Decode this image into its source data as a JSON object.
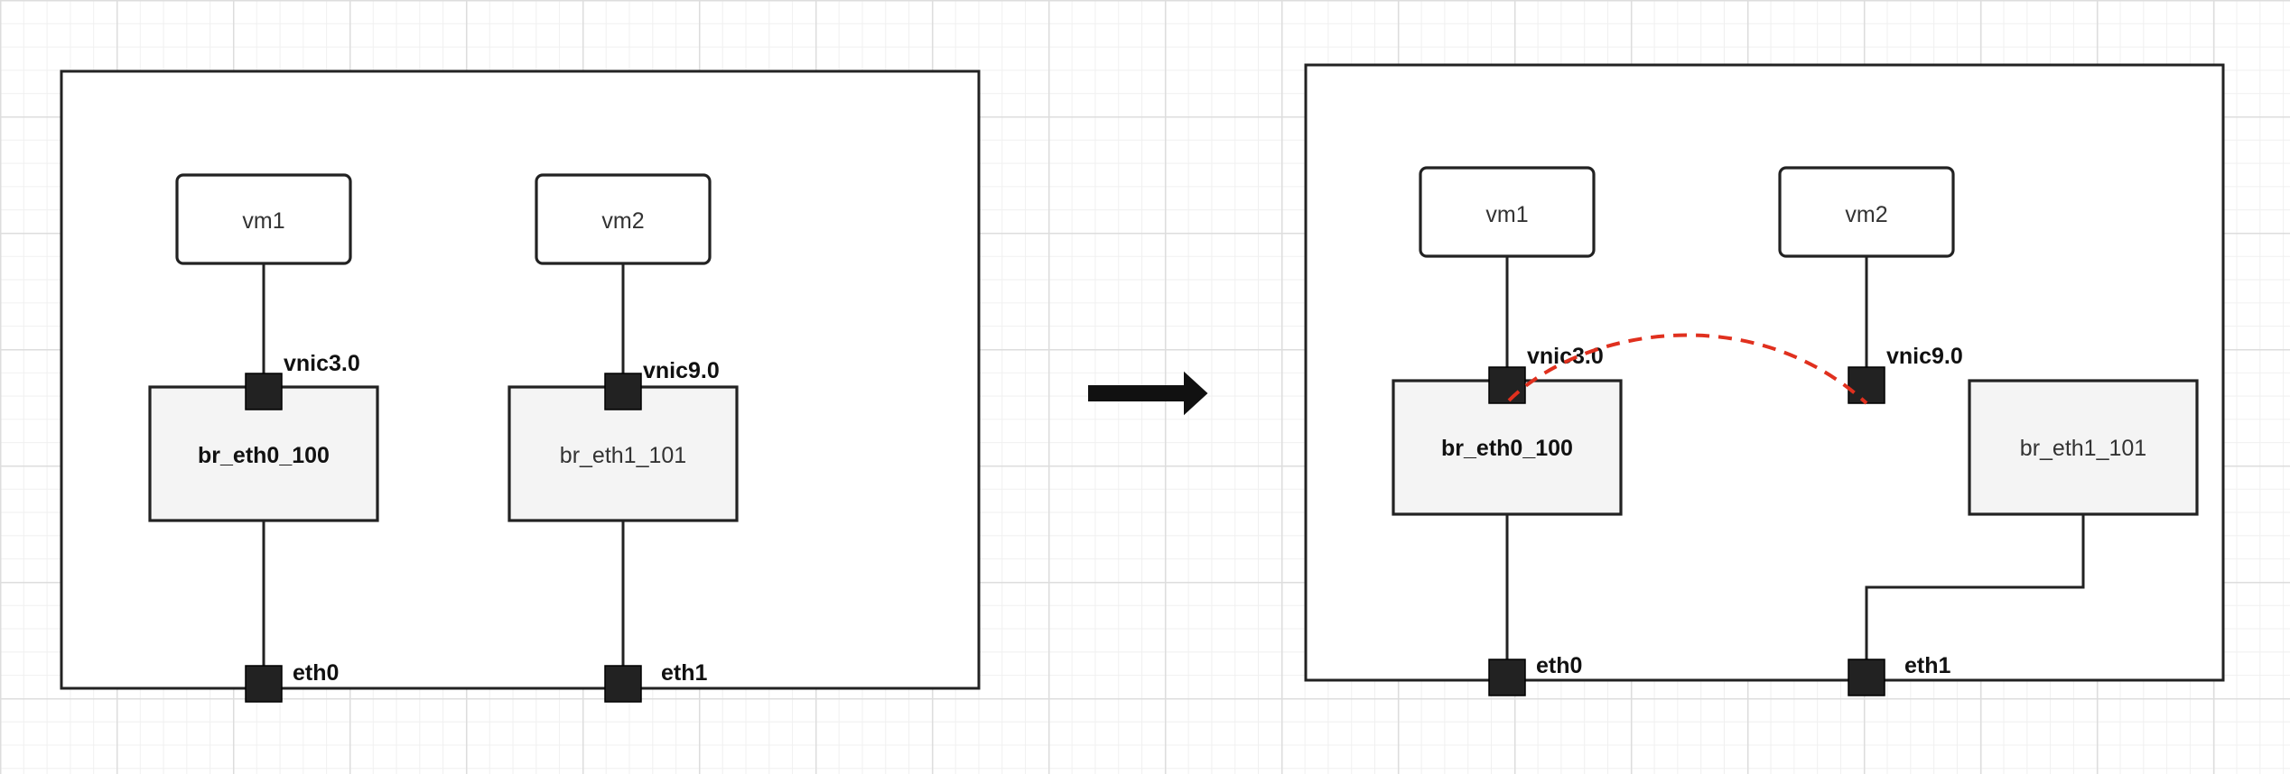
{
  "before": {
    "vms": [
      {
        "label": "vm1"
      },
      {
        "label": "vm2"
      }
    ],
    "bridges": [
      {
        "label": "br_eth0_100"
      },
      {
        "label": "br_eth1_101"
      }
    ],
    "vnic_ports": [
      {
        "label": "vnic3.0"
      },
      {
        "label": "vnic9.0"
      }
    ],
    "nic_ports": [
      {
        "label": "eth0"
      },
      {
        "label": "eth1"
      }
    ]
  },
  "after": {
    "vms": [
      {
        "label": "vm1"
      },
      {
        "label": "vm2"
      }
    ],
    "bridges": [
      {
        "label": "br_eth0_100"
      },
      {
        "label": "br_eth1_101"
      }
    ],
    "vnic_ports": [
      {
        "label": "vnic3.0"
      },
      {
        "label": "vnic9.0"
      }
    ],
    "nic_ports": [
      {
        "label": "eth0"
      },
      {
        "label": "eth1"
      }
    ]
  },
  "colors": {
    "line": "#222222",
    "port": "#222222",
    "bridge_fill": "#f4f4f4",
    "migration_link": "#e0301e"
  }
}
